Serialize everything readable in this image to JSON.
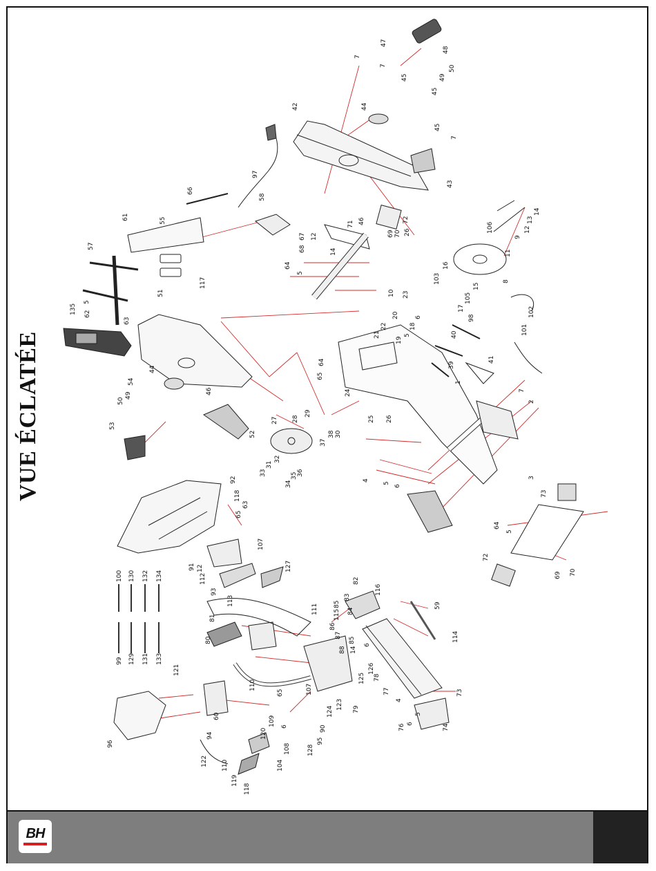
{
  "document": {
    "title": "VUE ÉCLATÉE",
    "brand": "BH",
    "colors": {
      "leader_red": "#d42b2b",
      "ink": "#222222",
      "footer_gray": "#7e7e7e",
      "footer_dark": "#222222",
      "brand_red": "#d32020"
    }
  },
  "callouts": [
    {
      "id": "c48",
      "text": "48"
    },
    {
      "id": "c47",
      "text": "47"
    },
    {
      "id": "c49",
      "text": "49"
    },
    {
      "id": "c50a",
      "text": "50"
    },
    {
      "id": "c7a",
      "text": "7"
    },
    {
      "id": "c7b",
      "text": "7"
    },
    {
      "id": "c45a",
      "text": "45"
    },
    {
      "id": "c45b",
      "text": "45"
    },
    {
      "id": "c44a",
      "text": "44"
    },
    {
      "id": "c42",
      "text": "42"
    },
    {
      "id": "c45c",
      "text": "45"
    },
    {
      "id": "c7c",
      "text": "7"
    },
    {
      "id": "c43",
      "text": "43"
    },
    {
      "id": "c97",
      "text": "97"
    },
    {
      "id": "c66",
      "text": "66"
    },
    {
      "id": "c58",
      "text": "58"
    },
    {
      "id": "c61",
      "text": "61"
    },
    {
      "id": "c55",
      "text": "55"
    },
    {
      "id": "c57",
      "text": "57"
    },
    {
      "id": "c117",
      "text": "117"
    },
    {
      "id": "c5a",
      "text": "5"
    },
    {
      "id": "c135",
      "text": "135"
    },
    {
      "id": "c62",
      "text": "62"
    },
    {
      "id": "c63a",
      "text": "63"
    },
    {
      "id": "c51",
      "text": "51"
    },
    {
      "id": "c44b",
      "text": "44"
    },
    {
      "id": "c54",
      "text": "54"
    },
    {
      "id": "c49b",
      "text": "49"
    },
    {
      "id": "c50b",
      "text": "50"
    },
    {
      "id": "c53",
      "text": "53"
    },
    {
      "id": "c46a",
      "text": "46"
    },
    {
      "id": "c52",
      "text": "52"
    },
    {
      "id": "c46b",
      "text": "46"
    },
    {
      "id": "c71",
      "text": "71"
    },
    {
      "id": "c67",
      "text": "67"
    },
    {
      "id": "c12a",
      "text": "12"
    },
    {
      "id": "c68",
      "text": "68"
    },
    {
      "id": "c14a",
      "text": "14"
    },
    {
      "id": "c64a",
      "text": "64"
    },
    {
      "id": "c5b",
      "text": "5"
    },
    {
      "id": "c72a",
      "text": "72"
    },
    {
      "id": "c26a",
      "text": "26"
    },
    {
      "id": "c70a",
      "text": "70"
    },
    {
      "id": "c69a",
      "text": "69"
    },
    {
      "id": "c14b",
      "text": "14"
    },
    {
      "id": "c13",
      "text": "13"
    },
    {
      "id": "c12b",
      "text": "12"
    },
    {
      "id": "c9",
      "text": "9"
    },
    {
      "id": "c106",
      "text": "106"
    },
    {
      "id": "c11",
      "text": "11"
    },
    {
      "id": "c8",
      "text": "8"
    },
    {
      "id": "c16",
      "text": "16"
    },
    {
      "id": "c15",
      "text": "15"
    },
    {
      "id": "c105",
      "text": "105"
    },
    {
      "id": "c103",
      "text": "103"
    },
    {
      "id": "c17",
      "text": "17"
    },
    {
      "id": "c102",
      "text": "102"
    },
    {
      "id": "c23",
      "text": "23"
    },
    {
      "id": "c10",
      "text": "10"
    },
    {
      "id": "c22",
      "text": "22"
    },
    {
      "id": "c20",
      "text": "20"
    },
    {
      "id": "c21",
      "text": "21"
    },
    {
      "id": "c18",
      "text": "18"
    },
    {
      "id": "c6a",
      "text": "6"
    },
    {
      "id": "c19",
      "text": "19"
    },
    {
      "id": "c5c",
      "text": "5"
    },
    {
      "id": "c98",
      "text": "98"
    },
    {
      "id": "c40",
      "text": "40"
    },
    {
      "id": "c101",
      "text": "101"
    },
    {
      "id": "c39",
      "text": "39"
    },
    {
      "id": "c41",
      "text": "41"
    },
    {
      "id": "c1",
      "text": "1"
    },
    {
      "id": "c64b",
      "text": "64"
    },
    {
      "id": "c65a",
      "text": "65"
    },
    {
      "id": "c24",
      "text": "24"
    },
    {
      "id": "c25",
      "text": "25"
    },
    {
      "id": "c26b",
      "text": "26"
    },
    {
      "id": "c38",
      "text": "38"
    },
    {
      "id": "c30",
      "text": "30"
    },
    {
      "id": "c37",
      "text": "37"
    },
    {
      "id": "c29",
      "text": "29"
    },
    {
      "id": "c28",
      "text": "28"
    },
    {
      "id": "c27",
      "text": "27"
    },
    {
      "id": "c7d",
      "text": "7"
    },
    {
      "id": "c2",
      "text": "2"
    },
    {
      "id": "c32",
      "text": "32"
    },
    {
      "id": "c31",
      "text": "31"
    },
    {
      "id": "c33",
      "text": "33"
    },
    {
      "id": "c34",
      "text": "34"
    },
    {
      "id": "c35",
      "text": "35"
    },
    {
      "id": "c36",
      "text": "36"
    },
    {
      "id": "c4a",
      "text": "4"
    },
    {
      "id": "c5d",
      "text": "5"
    },
    {
      "id": "c6b",
      "text": "6"
    },
    {
      "id": "c3",
      "text": "3"
    },
    {
      "id": "c73a",
      "text": "73"
    },
    {
      "id": "c64c",
      "text": "64"
    },
    {
      "id": "c5e",
      "text": "5"
    },
    {
      "id": "c72b",
      "text": "72"
    },
    {
      "id": "c69b",
      "text": "69"
    },
    {
      "id": "c70b",
      "text": "70"
    },
    {
      "id": "c92",
      "text": "92"
    },
    {
      "id": "c118a",
      "text": "118"
    },
    {
      "id": "c63b",
      "text": "63"
    },
    {
      "id": "c65b",
      "text": "65"
    },
    {
      "id": "c107a",
      "text": "107"
    },
    {
      "id": "c91",
      "text": "91"
    },
    {
      "id": "c12c",
      "text": "12"
    },
    {
      "id": "c112",
      "text": "112"
    },
    {
      "id": "c127",
      "text": "127"
    },
    {
      "id": "c93",
      "text": "93"
    },
    {
      "id": "c113",
      "text": "113"
    },
    {
      "id": "c100",
      "text": "100"
    },
    {
      "id": "c130",
      "text": "130"
    },
    {
      "id": "c132",
      "text": "132"
    },
    {
      "id": "c134",
      "text": "134"
    },
    {
      "id": "c99",
      "text": "99"
    },
    {
      "id": "c129",
      "text": "129"
    },
    {
      "id": "c131",
      "text": "131"
    },
    {
      "id": "c133",
      "text": "133"
    },
    {
      "id": "c82",
      "text": "82"
    },
    {
      "id": "c116",
      "text": "116"
    },
    {
      "id": "c83",
      "text": "83"
    },
    {
      "id": "c85a",
      "text": "85"
    },
    {
      "id": "c115",
      "text": "115"
    },
    {
      "id": "c84",
      "text": "84"
    },
    {
      "id": "c86",
      "text": "86"
    },
    {
      "id": "c87",
      "text": "87"
    },
    {
      "id": "c85b",
      "text": "85"
    },
    {
      "id": "c88",
      "text": "88"
    },
    {
      "id": "c14c",
      "text": "14"
    },
    {
      "id": "c6c",
      "text": "6"
    },
    {
      "id": "c59",
      "text": "59"
    },
    {
      "id": "c114",
      "text": "114"
    },
    {
      "id": "c111",
      "text": "111"
    },
    {
      "id": "c81",
      "text": "81"
    },
    {
      "id": "c80",
      "text": "80"
    },
    {
      "id": "c121",
      "text": "121"
    },
    {
      "id": "c110a",
      "text": "110"
    },
    {
      "id": "c65c",
      "text": "65"
    },
    {
      "id": "c107b",
      "text": "107"
    },
    {
      "id": "c123",
      "text": "123"
    },
    {
      "id": "c79",
      "text": "79"
    },
    {
      "id": "c124",
      "text": "124"
    },
    {
      "id": "c125",
      "text": "125"
    },
    {
      "id": "c126",
      "text": "126"
    },
    {
      "id": "c78",
      "text": "78"
    },
    {
      "id": "c77",
      "text": "77"
    },
    {
      "id": "c73b",
      "text": "73"
    },
    {
      "id": "c96",
      "text": "96"
    },
    {
      "id": "c94",
      "text": "94"
    },
    {
      "id": "c60",
      "text": "60"
    },
    {
      "id": "c109",
      "text": "109"
    },
    {
      "id": "c6d",
      "text": "6"
    },
    {
      "id": "c95",
      "text": "95"
    },
    {
      "id": "c90",
      "text": "90"
    },
    {
      "id": "c128",
      "text": "128"
    },
    {
      "id": "c108",
      "text": "108"
    },
    {
      "id": "c104",
      "text": "104"
    },
    {
      "id": "c120",
      "text": "120"
    },
    {
      "id": "c122",
      "text": "122"
    },
    {
      "id": "c110b",
      "text": "110"
    },
    {
      "id": "c119",
      "text": "119"
    },
    {
      "id": "c118b",
      "text": "118"
    },
    {
      "id": "c76",
      "text": "76"
    },
    {
      "id": "c4b",
      "text": "4"
    },
    {
      "id": "c6e",
      "text": "6"
    },
    {
      "id": "c5f",
      "text": "5"
    },
    {
      "id": "c74",
      "text": "74"
    }
  ]
}
